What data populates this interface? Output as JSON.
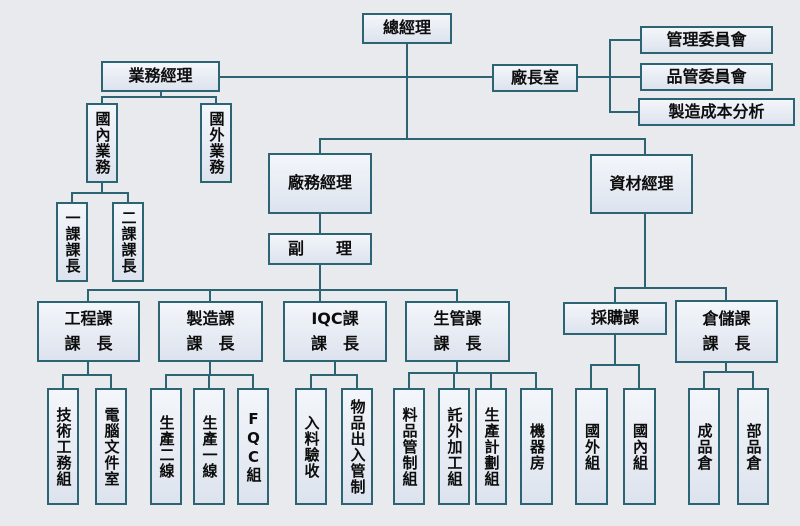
{
  "diagram": {
    "type": "organization-chart",
    "language": "zh-TW",
    "colors": {
      "line_and_border": "#2c6474",
      "box_fill_top": "#f3f6fa",
      "box_fill_bottom": "#dde3ee",
      "background": "#e8eaed",
      "text": "#0d0d0d"
    }
  },
  "nodes": {
    "general_manager": {
      "label": "總經理"
    },
    "business_manager": {
      "label": "業務經理"
    },
    "factory_director_office": {
      "label": "廠長室"
    },
    "management_committee": {
      "label": "管理委員會"
    },
    "qc_committee": {
      "label": "品管委員會"
    },
    "mfg_cost_analysis": {
      "label": "製造成本分析"
    },
    "domestic_sales": {
      "label": "國內業務"
    },
    "overseas_sales": {
      "label": "國外業務"
    },
    "section1_chief": {
      "label": "一課課長"
    },
    "section2_chief": {
      "label": "二課課長"
    },
    "factory_affairs_manager": {
      "label": "廠務經理"
    },
    "deputy_manager": {
      "label": "副　　理"
    },
    "materials_manager": {
      "label": "資材經理"
    },
    "engineering_section": {
      "label": "工程課\n課　長"
    },
    "manufacturing_section": {
      "label": "製造課\n課　長"
    },
    "iqc_section": {
      "label": "IQC課\n課　長"
    },
    "production_mgmt_section": {
      "label": "生管課\n課　長"
    },
    "purchasing_section": {
      "label": "採購課"
    },
    "warehouse_section": {
      "label": "倉儲課\n課　長"
    },
    "tech_works_group": {
      "label": "技術工務組"
    },
    "computer_document_room": {
      "label": "電腦文件室"
    },
    "production_line2": {
      "label": "生產二線"
    },
    "production_line1": {
      "label": "生產一線"
    },
    "fqc_group": {
      "label": "FQC組"
    },
    "incoming_inspection": {
      "label": "入料驗收"
    },
    "goods_in_out_control": {
      "label": "物品出入管制"
    },
    "material_control_group": {
      "label": "料品管制組"
    },
    "outsourcing_group": {
      "label": "託外加工組"
    },
    "production_planning_group": {
      "label": "生產計劃組"
    },
    "machine_room": {
      "label": "機器房"
    },
    "overseas_group": {
      "label": "國外組"
    },
    "domestic_group": {
      "label": "國內組"
    },
    "finished_goods_warehouse": {
      "label": "成品倉"
    },
    "parts_warehouse": {
      "label": "部品倉"
    }
  },
  "edges": [
    {
      "parent": "general_manager",
      "children": [
        "business_manager",
        "factory_director_office",
        "factory_affairs_manager",
        "materials_manager"
      ]
    },
    {
      "parent": "factory_director_office",
      "children": [
        "management_committee",
        "qc_committee",
        "mfg_cost_analysis"
      ]
    },
    {
      "parent": "business_manager",
      "children": [
        "domestic_sales",
        "overseas_sales"
      ]
    },
    {
      "parent": "domestic_sales",
      "children": [
        "section1_chief",
        "section2_chief"
      ]
    },
    {
      "parent": "factory_affairs_manager",
      "children": [
        "deputy_manager"
      ]
    },
    {
      "parent": "deputy_manager",
      "children": [
        "engineering_section",
        "manufacturing_section",
        "iqc_section",
        "production_mgmt_section"
      ]
    },
    {
      "parent": "materials_manager",
      "children": [
        "purchasing_section",
        "warehouse_section"
      ]
    },
    {
      "parent": "engineering_section",
      "children": [
        "tech_works_group",
        "computer_document_room"
      ]
    },
    {
      "parent": "manufacturing_section",
      "children": [
        "production_line2",
        "production_line1",
        "fqc_group"
      ]
    },
    {
      "parent": "iqc_section",
      "children": [
        "incoming_inspection",
        "goods_in_out_control"
      ]
    },
    {
      "parent": "production_mgmt_section",
      "children": [
        "material_control_group",
        "outsourcing_group",
        "production_planning_group",
        "machine_room"
      ]
    },
    {
      "parent": "purchasing_section",
      "children": [
        "overseas_group",
        "domestic_group"
      ]
    },
    {
      "parent": "warehouse_section",
      "children": [
        "finished_goods_warehouse",
        "parts_warehouse"
      ]
    }
  ]
}
